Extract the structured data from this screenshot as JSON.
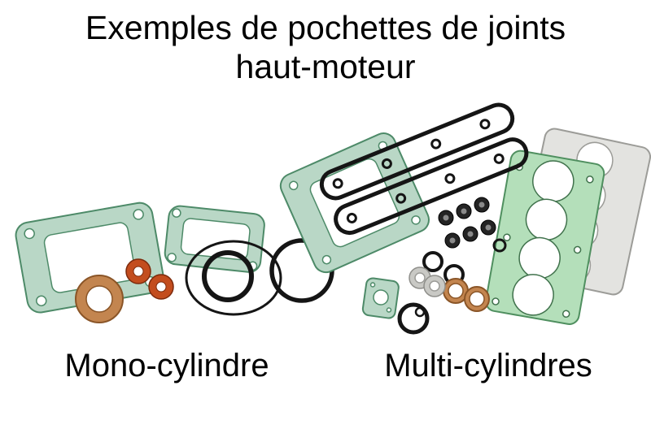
{
  "title": {
    "line1": "Exemples de pochettes de joints",
    "line2": "haut-moteur"
  },
  "labels": {
    "mono": "Mono-cylindre",
    "multi": "Multi-cylindres"
  },
  "illustration": {
    "mono_set": "assorted top-end gasket kit for a single-cylinder engine: teal base and rocker-cover gaskets, copper exhaust ring, orange seal rings, black o-rings",
    "multi_set": "assorted top-end gasket kit for a multi-cylinder engine: teal base gasket, black cam-cover gasket rails, green and gray 4-cylinder head gaskets, valve seals, copper rings, washers, o-rings"
  },
  "colors": {
    "background": "#ffffff",
    "text": "#000000",
    "teal_gasket": "#b9d7c6",
    "teal_outline": "#4d8a68",
    "green_gasket": "#b4dfba",
    "green_outline": "#4f8f5f",
    "gray_gasket": "#e3e3e0",
    "copper": "#c3854f",
    "orange_seal": "#c34d1e",
    "black_oring": "#151515"
  }
}
